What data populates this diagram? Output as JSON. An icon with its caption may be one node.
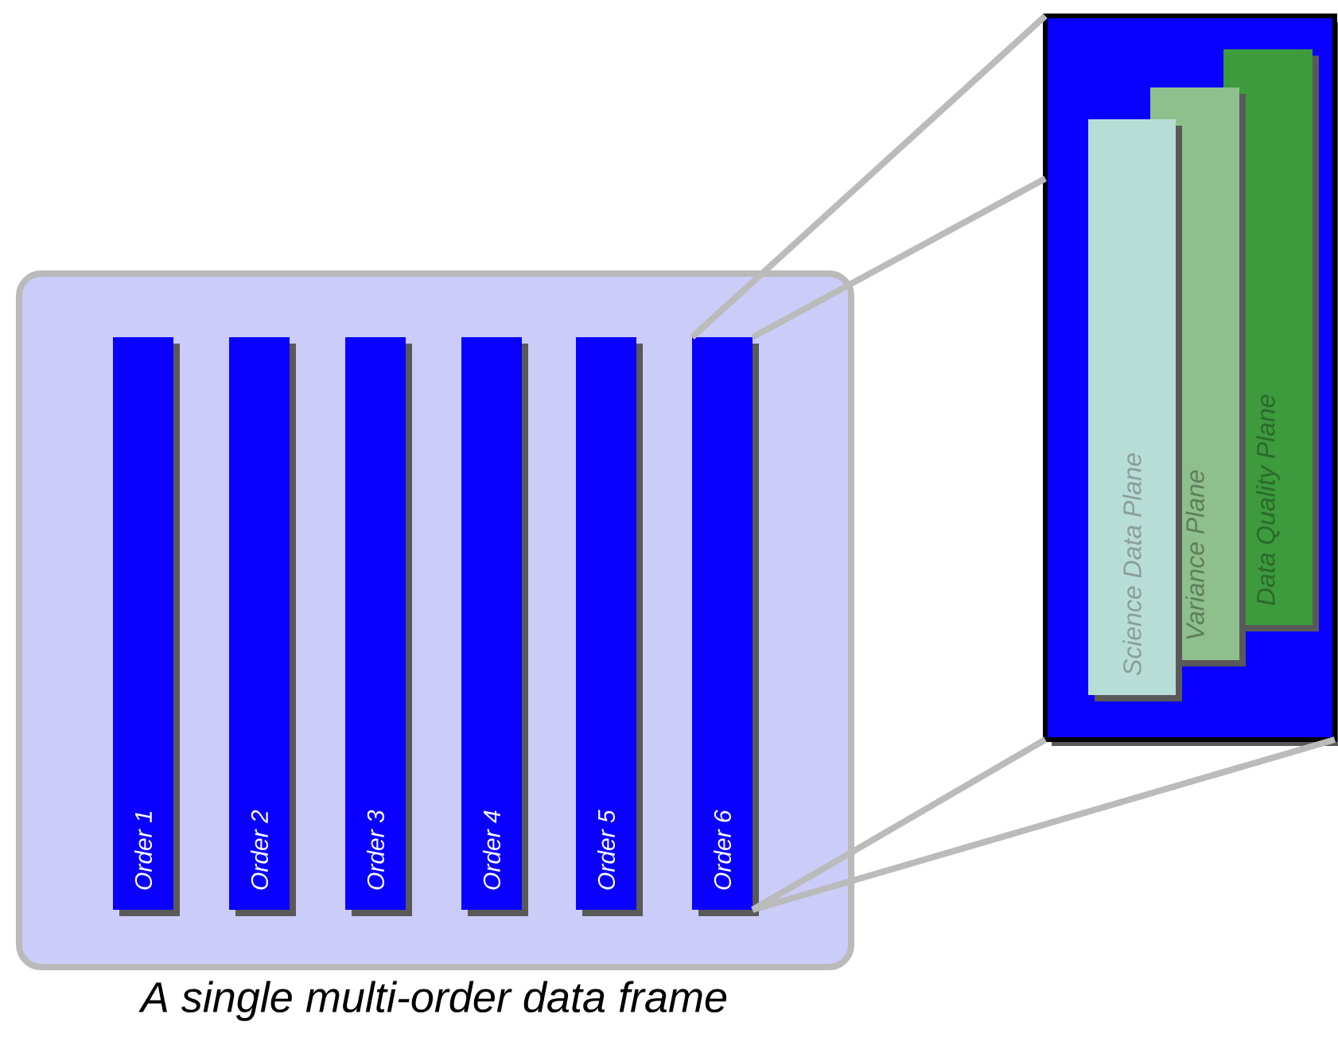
{
  "diagram": {
    "nodes": [
      {
        "text": [],
        "shape": "box",
        "beside": [
          "A single multi-order data frame"
        ]
      },
      {
        "text": [
          "Order 1"
        ],
        "in": 0
      },
      {
        "text": [
          "Order 2"
        ],
        "in": 0
      },
      {
        "text": [
          "Order 3"
        ],
        "in": 0
      },
      {
        "text": [
          "Order 4"
        ],
        "in": 0
      },
      {
        "text": [
          "Order 5"
        ],
        "in": 0
      },
      {
        "text": [
          "Order 6"
        ],
        "in": 0
      },
      {
        "text": [],
        "shape": "box"
      },
      {
        "text": [
          "Science Data Plane"
        ],
        "in": 7
      },
      {
        "text": [
          "Variance Plane"
        ],
        "in": 7
      },
      {
        "text": [
          "Data Quality Plane"
        ],
        "in": 7
      }
    ],
    "edges": [
      {
        "from": 6,
        "to": 7,
        "arrow": "none"
      },
      {
        "from": 6,
        "to": 7,
        "arrow": "none"
      },
      {
        "from": 6,
        "to": 7,
        "arrow": "none"
      },
      {
        "from": 6,
        "to": 7,
        "arrow": "none"
      }
    ]
  }
}
